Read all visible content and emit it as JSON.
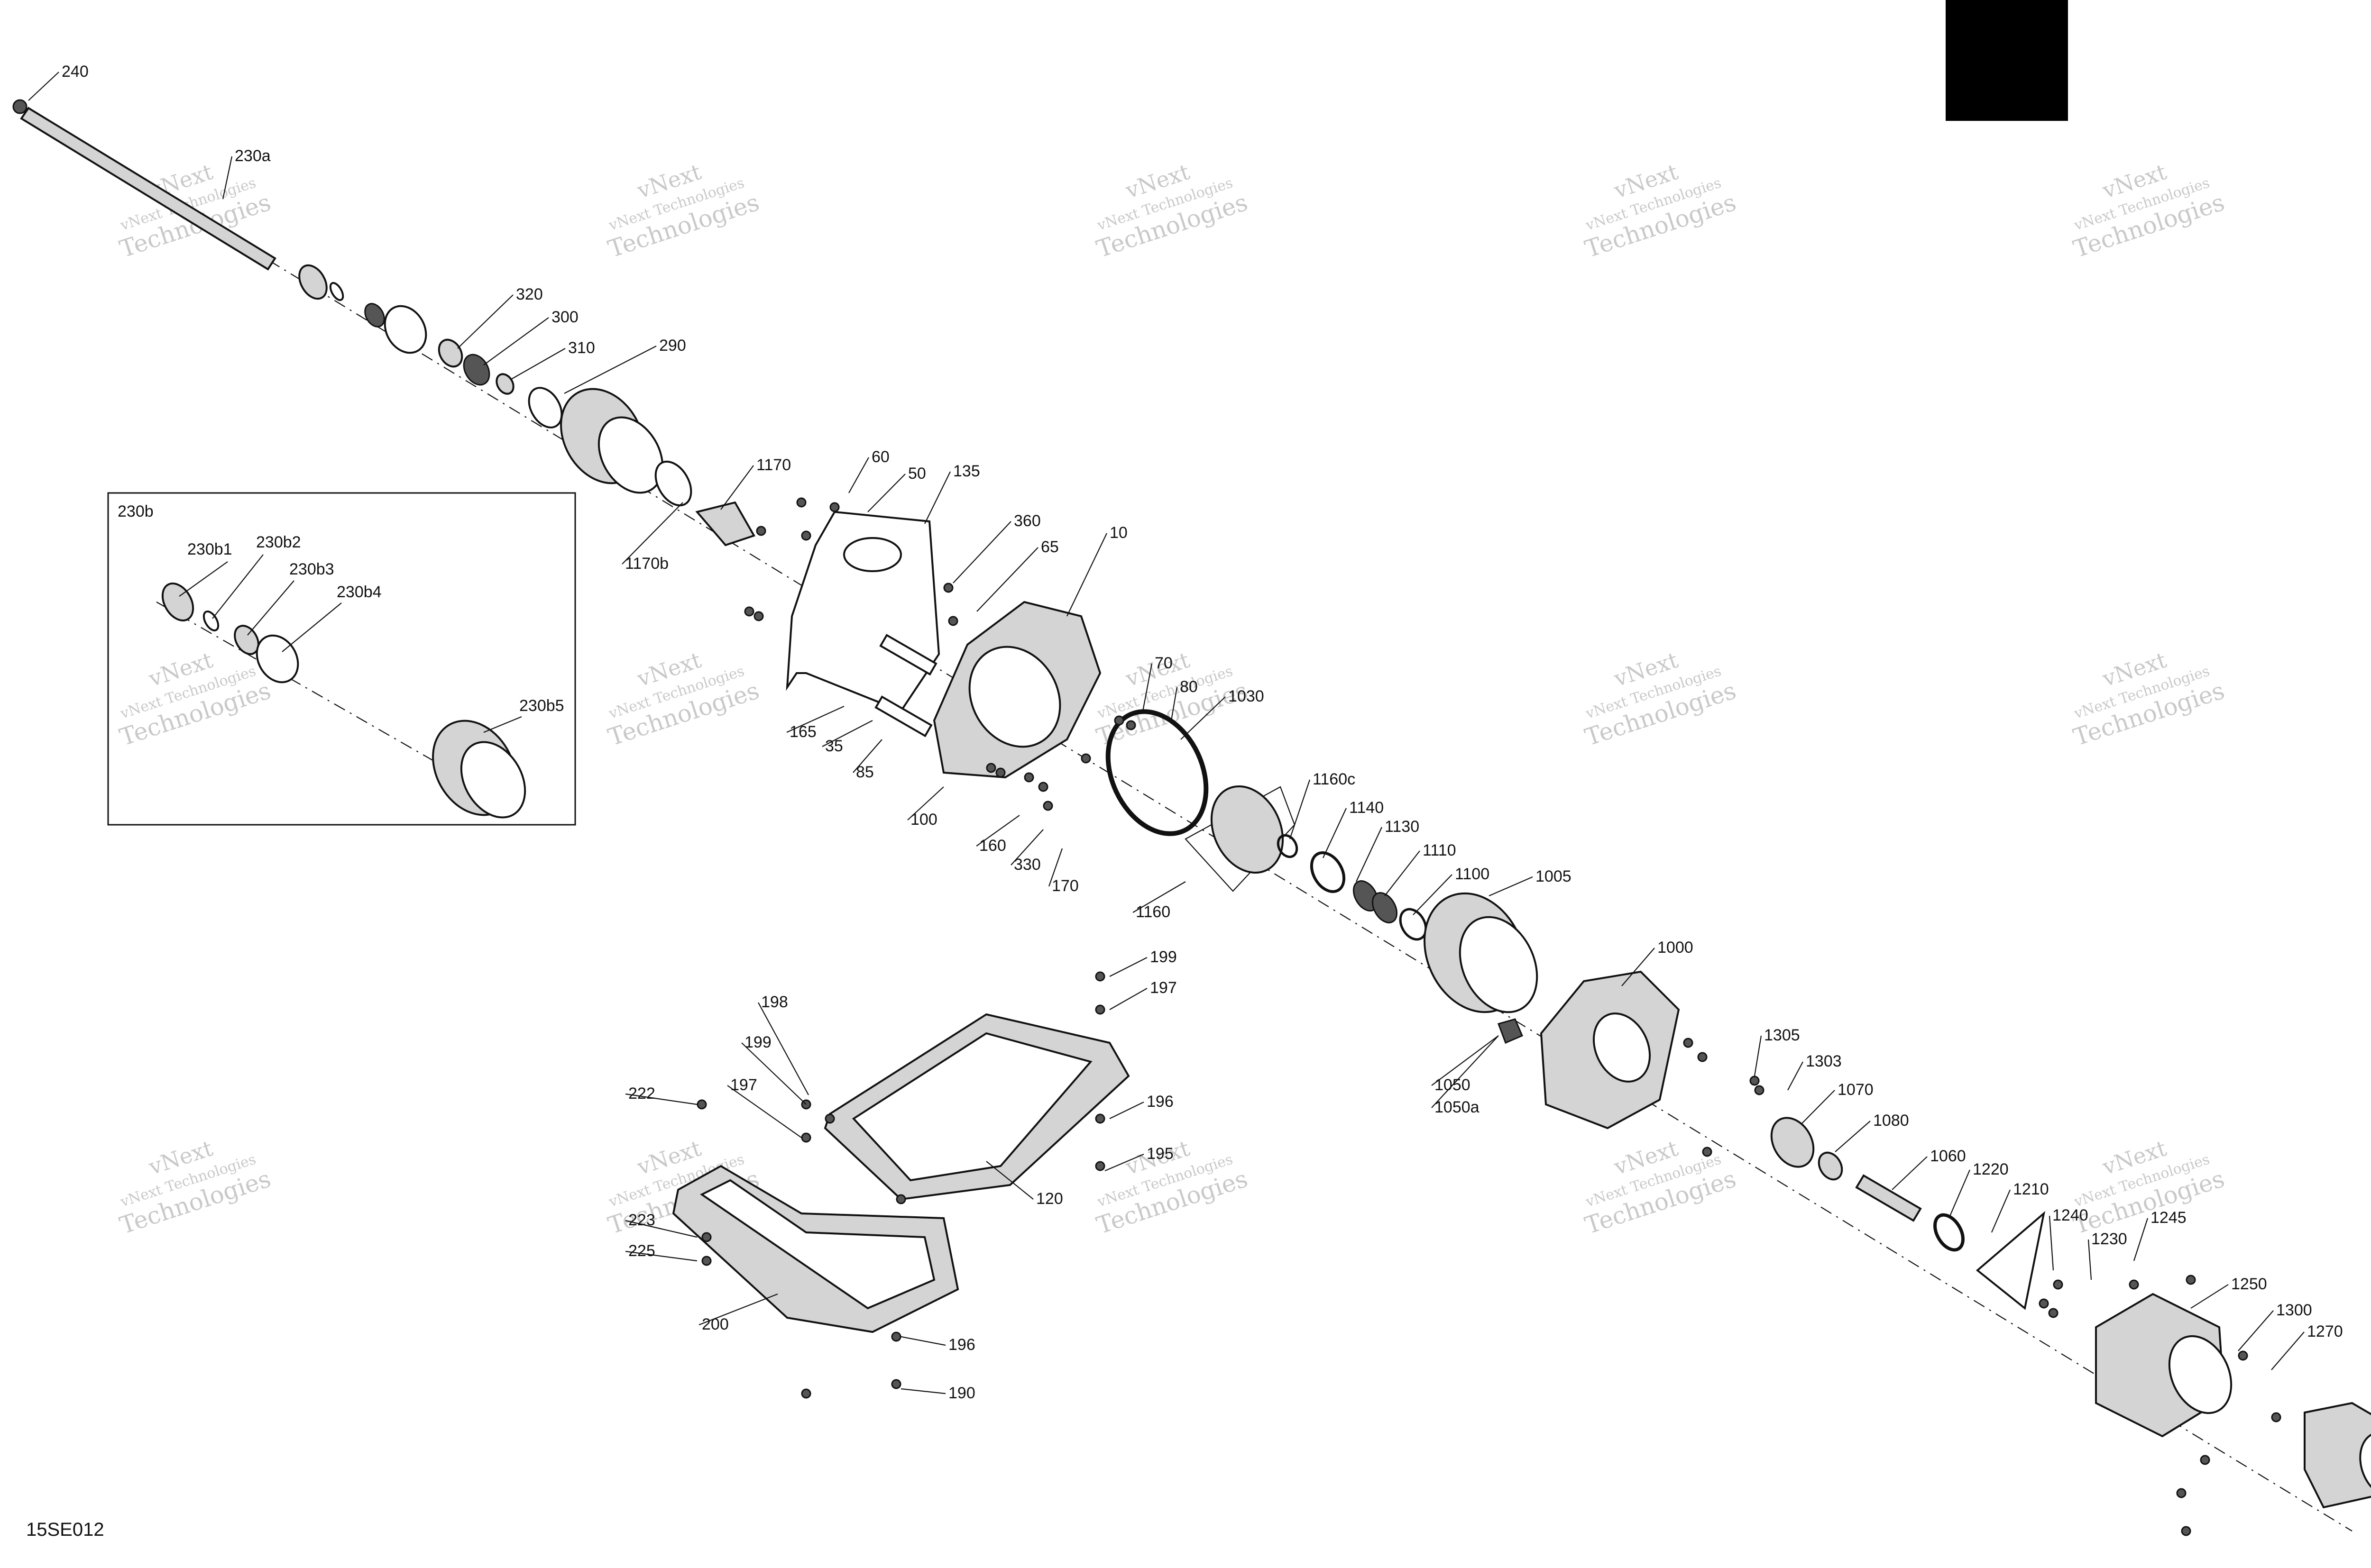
{
  "diagram": {
    "code": "15SE012",
    "watermark": {
      "line1": "vNext",
      "line2": "vNext Technologies",
      "line3": "Technologies"
    },
    "inset": {
      "title": "230b",
      "labels": [
        "230b1",
        "230b2",
        "230b3",
        "230b4",
        "230b5"
      ]
    },
    "labels": {
      "p240": "240",
      "p230a": "230a",
      "p320": "320",
      "p300": "300",
      "p310": "310",
      "p290": "290",
      "p1170": "1170",
      "p1170b": "1170b",
      "p60": "60",
      "p50": "50",
      "p135": "135",
      "p360": "360",
      "p65": "65",
      "p10": "10",
      "p70": "70",
      "p80": "80",
      "p1030": "1030",
      "p165": "165",
      "p35": "35",
      "p85": "85",
      "p100": "100",
      "p160": "160",
      "p330": "330",
      "p170": "170",
      "p1160": "1160",
      "p1160c": "1160c",
      "p1140": "1140",
      "p1130": "1130",
      "p1110": "1110",
      "p1100": "1100",
      "p1005": "1005",
      "p1000": "1000",
      "p1050": "1050",
      "p1050a": "1050a",
      "p1305": "1305",
      "p1303": "1303",
      "p1070": "1070",
      "p1080": "1080",
      "p1060": "1060",
      "p1220": "1220",
      "p1210": "1210",
      "p1240": "1240",
      "p1230": "1230",
      "p1245": "1245",
      "p1250": "1250",
      "p1300": "1300",
      "p1270": "1270",
      "p199a": "199",
      "p197a": "197",
      "p198": "198",
      "p199b": "199",
      "p197b": "197",
      "p222": "222",
      "p196a": "196",
      "p195": "195",
      "p120": "120",
      "p223": "223",
      "p225": "225",
      "p200": "200",
      "p196b": "196",
      "p190": "190"
    }
  }
}
